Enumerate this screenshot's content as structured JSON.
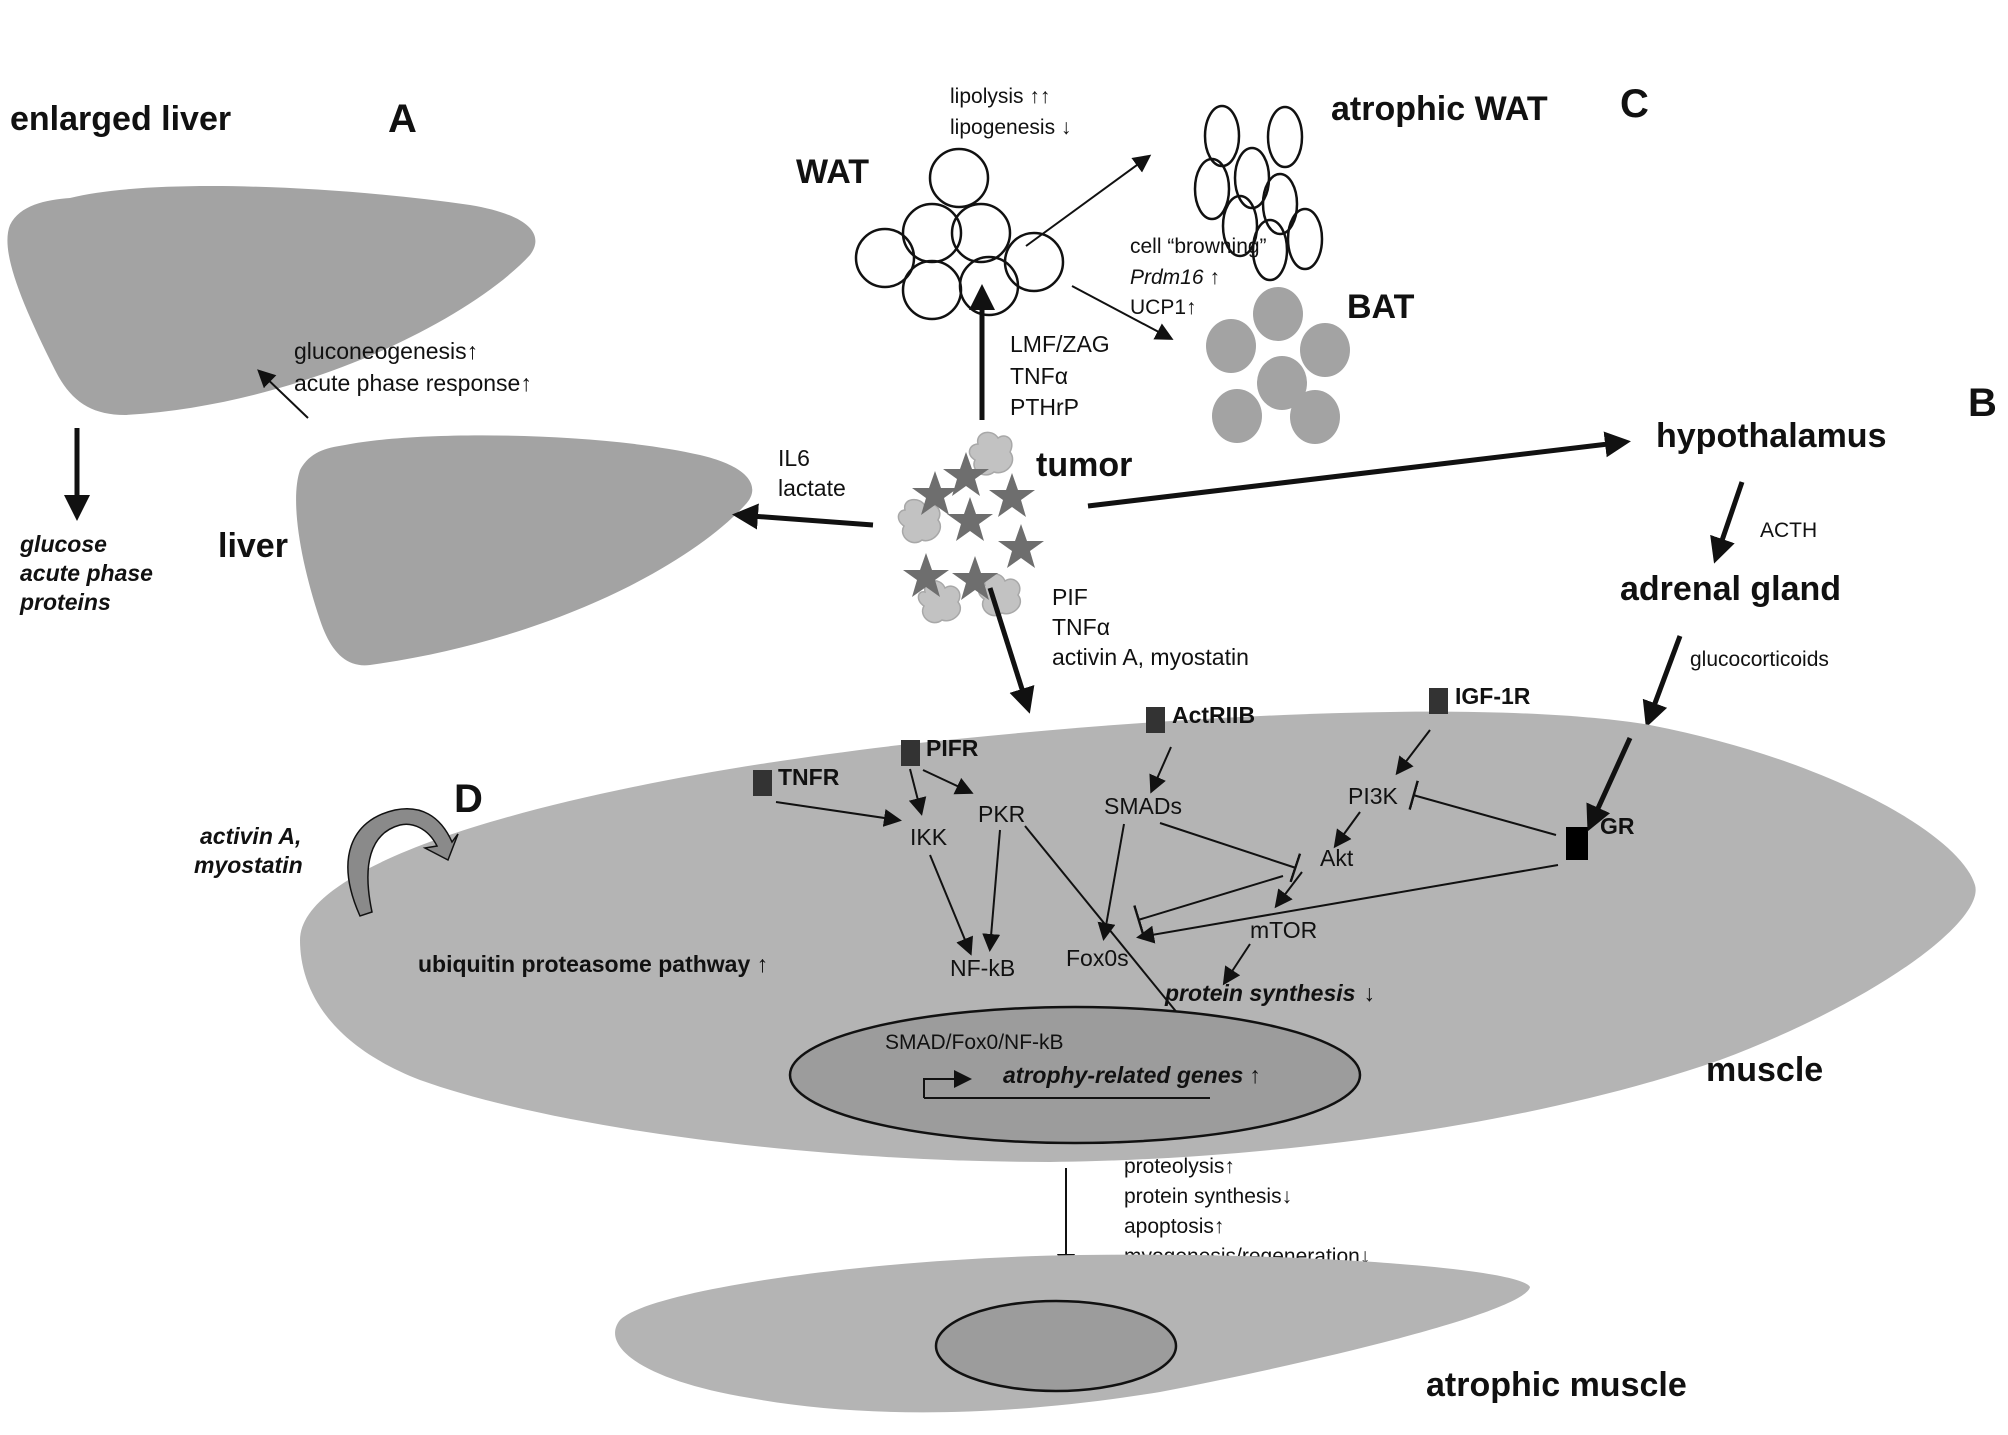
{
  "panels": {
    "A": "A",
    "B": "B",
    "C": "C",
    "D": "D"
  },
  "liver_section": {
    "enlarged_liver_label": "enlarged liver",
    "liver_label": "liver",
    "effects": [
      "gluconeogenesis↑",
      "acute phase response↑"
    ],
    "outputs": [
      "glucose",
      "acute phase",
      "proteins"
    ],
    "signals": [
      "IL6",
      "lactate"
    ]
  },
  "tumor": {
    "label": "tumor",
    "to_wat_signals": [
      "LMF/ZAG",
      "TNFα",
      "PTHrP"
    ],
    "to_muscle_signals": [
      "PIF",
      "TNFα",
      "activin A, myostatin"
    ]
  },
  "adipose": {
    "wat_label": "WAT",
    "atrophic_wat_label": "atrophic WAT",
    "bat_label": "BAT",
    "wat_effects": [
      "lipolysis ↑↑",
      "lipogenesis ↓"
    ],
    "browning": [
      "cell “browning”",
      "Prdm16",
      "↑",
      "UCP1↑"
    ]
  },
  "hpa_axis": {
    "hypothalamus": "hypothalamus",
    "acth": "ACTH",
    "adrenal": "adrenal gland",
    "glucocorticoids": "glucocorticoids"
  },
  "muscle": {
    "label": "muscle",
    "autocrine": [
      "activin A,",
      "myostatin"
    ],
    "receptors": {
      "tnfr": "TNFR",
      "pifr": "PIFR",
      "actriib": "ActRIIB",
      "igf1r": "IGF-1R",
      "gr": "GR"
    },
    "nodes": {
      "ikk": "IKK",
      "pkr": "PKR",
      "smads": "SMADs",
      "pi3k": "PI3K",
      "akt": "Akt",
      "mtor": "mTOR",
      "nfkb": "NF-kB",
      "fox0s": "Fox0s"
    },
    "ups": "ubiquitin proteasome pathway ↑",
    "protein_synthesis": "protein synthesis",
    "protein_synthesis_arrow": "↓",
    "nucleus": {
      "tf": "SMAD/Fox0/NF-kB",
      "genes": "atrophy-related genes",
      "genes_arrow": "↑"
    },
    "outcomes": [
      "proteolysis↑",
      "protein synthesis↓",
      "apoptosis↑",
      "myogenesis/regeneration↓"
    ]
  },
  "atrophic_muscle_label": "atrophic muscle"
}
